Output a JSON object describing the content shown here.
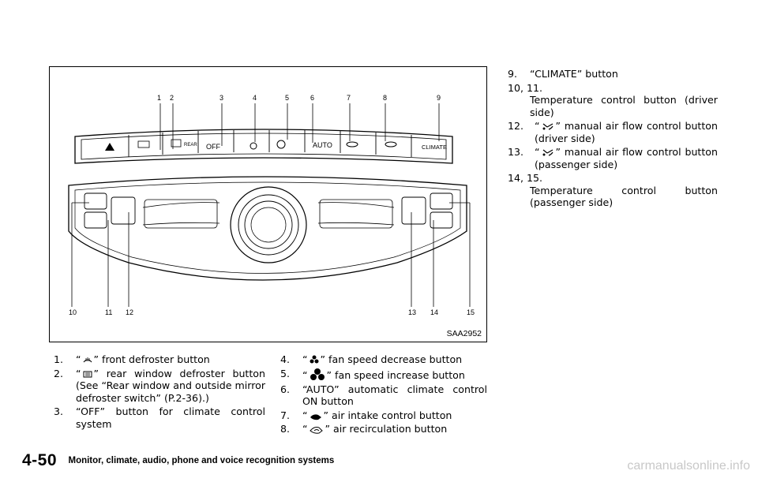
{
  "figure": {
    "code": "SAA2952",
    "callouts": [
      "1",
      "2",
      "3",
      "4",
      "5",
      "6",
      "7",
      "8",
      "9",
      "10",
      "11",
      "12",
      "13",
      "14",
      "15"
    ],
    "panel_labels": {
      "rear": "REAR",
      "off": "OFF",
      "auto": "AUTO",
      "climate": "CLIMATE"
    }
  },
  "left_list": [
    {
      "num": "1.",
      "pre": "“",
      "icon": "front-defroster-icon",
      "post": "” front defroster button"
    },
    {
      "num": "2.",
      "pre": "“",
      "icon": "rear-defroster-icon",
      "post": "” rear window defroster button (See “Rear window and outside mirror defroster switch” (P.2-36).)"
    },
    {
      "num": "3.",
      "pre": "",
      "icon": "",
      "post": "“OFF” button for climate control system"
    }
  ],
  "mid_list": [
    {
      "num": "4.",
      "pre": "“",
      "icon": "fan-small-icon",
      "post": "” fan speed decrease button"
    },
    {
      "num": "5.",
      "pre": "“",
      "icon": "fan-large-icon",
      "post": "” fan speed increase button"
    },
    {
      "num": "6.",
      "pre": "",
      "icon": "",
      "post": "“AUTO” automatic climate control ON button"
    },
    {
      "num": "7.",
      "pre": "“",
      "icon": "air-intake-icon",
      "post": "” air intake control button"
    },
    {
      "num": "8.",
      "pre": "“",
      "icon": "air-recirculation-icon",
      "post": "” air recirculation button"
    }
  ],
  "right_list": [
    {
      "num": "9.",
      "text": "“CLIMATE” button"
    },
    {
      "num": "10, 11.",
      "text": "Temperature control button (driver side)"
    },
    {
      "num": "12.",
      "text_pre": "“",
      "icon": "manual-airflow-icon",
      "text": "” manual air flow control button (driver side)"
    },
    {
      "num": "13.",
      "text_pre": "“",
      "icon": "manual-airflow-icon",
      "text": "” manual air flow control button (passenger side)"
    },
    {
      "num": "14, 15.",
      "text": "Temperature control button (passenger side)"
    }
  ],
  "footer": {
    "page": "4-50",
    "section": "Monitor, climate, audio, phone and voice recognition systems"
  },
  "watermark": "carmanualsonline.info"
}
